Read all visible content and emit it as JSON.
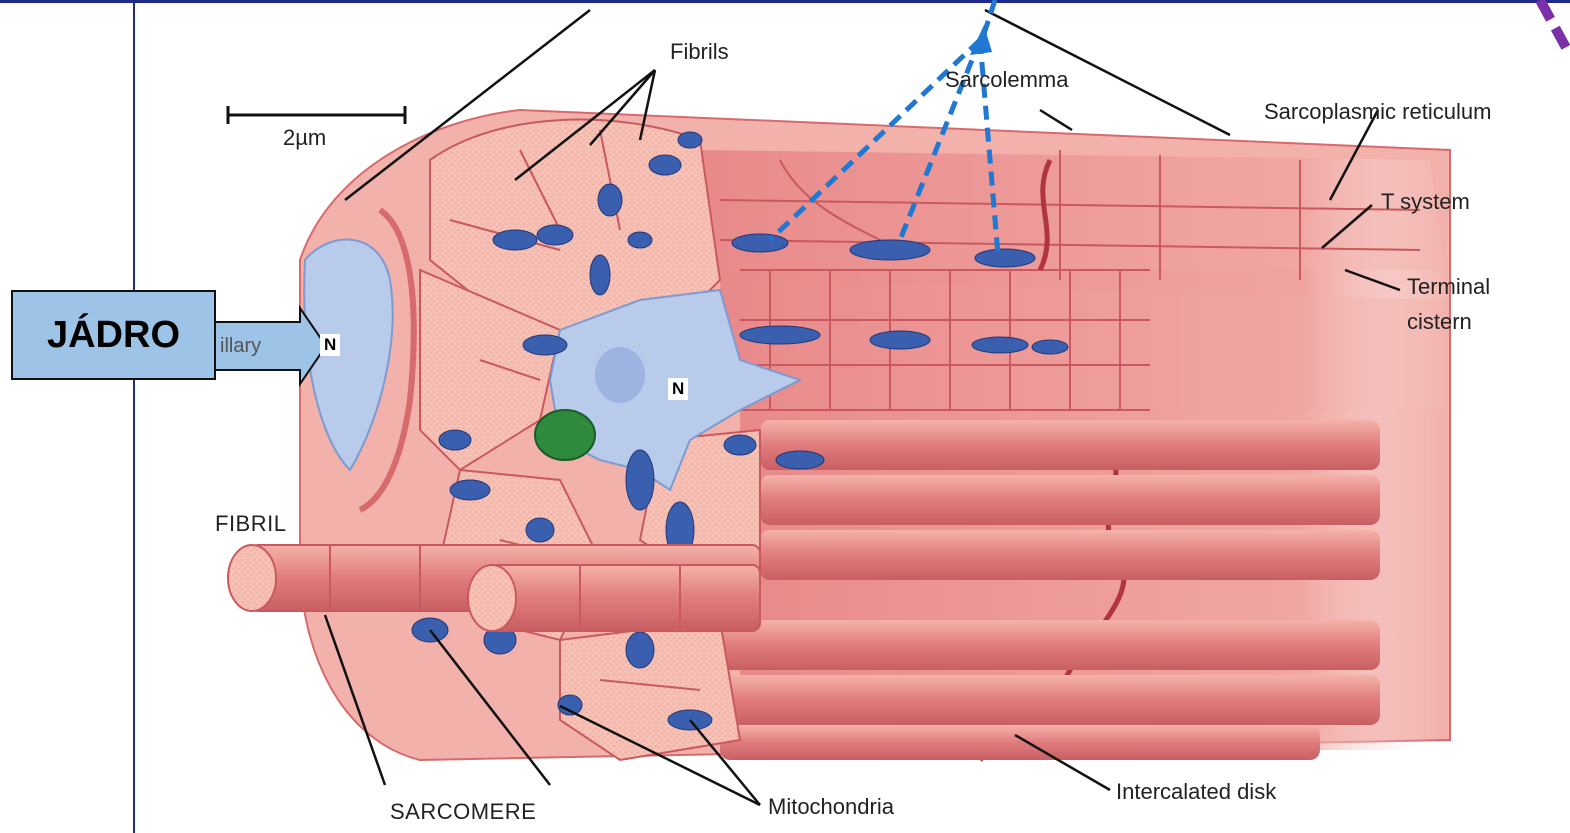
{
  "labels": {
    "fibrils": "Fibrils",
    "sarcolemma": "Sarcolemma",
    "sarcoplasmic_reticulum": "Sarcoplasmic reticulum",
    "t_system": "T system",
    "terminal_cistern_line1": "Terminal",
    "terminal_cistern_line2": "cistern",
    "scale": "2µm",
    "fibril": "FIBRIL",
    "sarcomere": "SARCOMERE",
    "mitochondria": "Mitochondria",
    "intercalated_disk": "Intercalated disk",
    "nucleus_small": "N",
    "nucleus_large": "N",
    "capillary_partial": "illary"
  },
  "callout": {
    "text": "JÁDRO",
    "fill_color": "#9dc3e6"
  },
  "colors": {
    "muscle": "#e8898a",
    "muscle_light": "#f4b6ae",
    "mitochondria": "#3a5fae",
    "sarcoplasm": "#b8cbea",
    "golgi": "#2e8b3d",
    "dashed_arrows": "#1f78d1",
    "purple_arrow": "#7b2fa8",
    "frame": "#1f2a8a"
  }
}
